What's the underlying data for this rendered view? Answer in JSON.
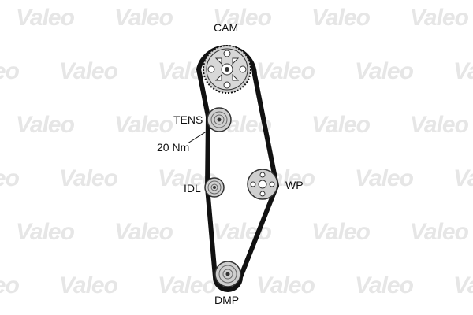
{
  "watermark": {
    "text": "Valeo",
    "color": "#e6e6e6"
  },
  "diagram": {
    "belt_color": "#111111",
    "pulley_fill": "#cfcfcf",
    "labels": {
      "cam": "CAM",
      "tens": "TENS",
      "torque": "20 Nm",
      "idl": "IDL",
      "wp": "WP",
      "dmp": "DMP"
    }
  }
}
